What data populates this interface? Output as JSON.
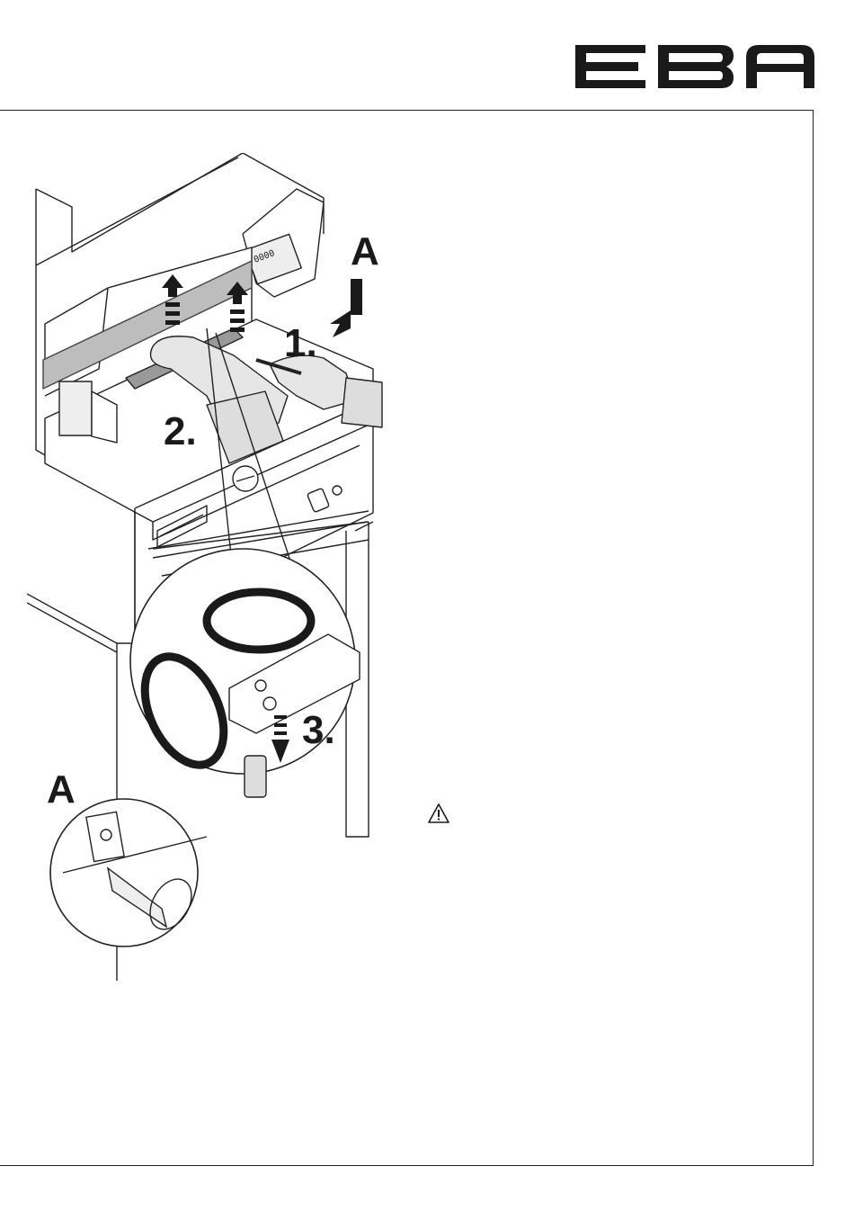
{
  "brand": {
    "name": "EBA"
  },
  "callouts": {
    "a_top": "A",
    "step1": "1.",
    "step2": "2.",
    "step3": "3.",
    "a_bottom": "A"
  },
  "display": {
    "readout": "0000"
  },
  "icons": {
    "warning": "warning-triangle-icon",
    "logo": "eba-logo"
  }
}
